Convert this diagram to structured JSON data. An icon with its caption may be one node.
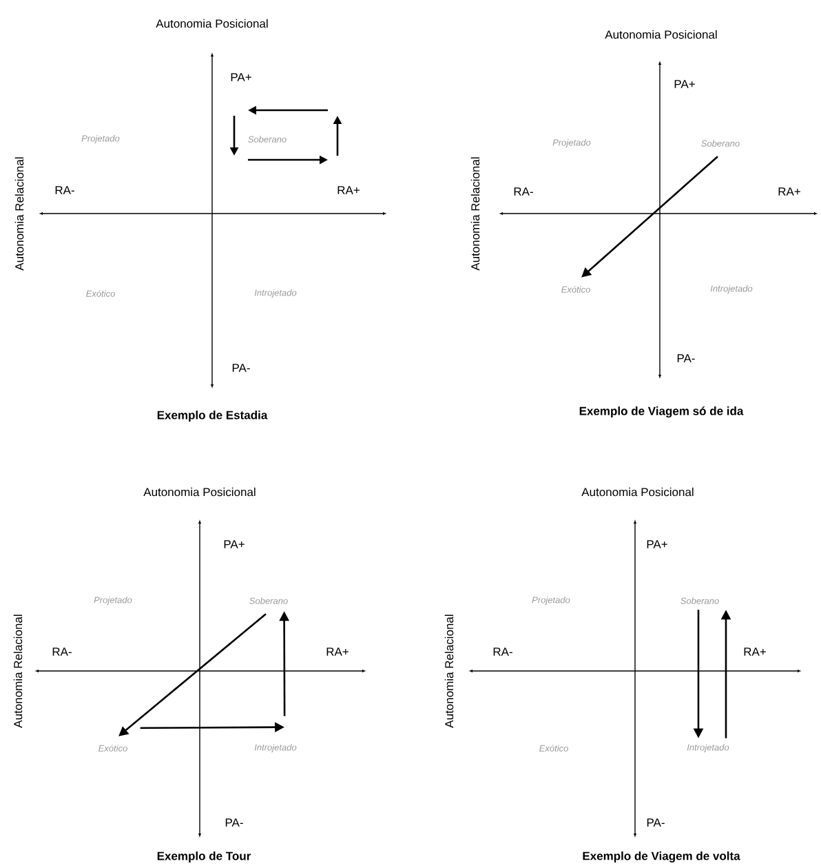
{
  "diagram": {
    "nodes": [
      {
        "text": [
          "Soberano"
        ]
      },
      {
        "text": [
          "Exótico"
        ]
      },
      {
        "text": [
          "Soberano"
        ]
      },
      {
        "text": [
          "Exótico"
        ]
      },
      {
        "text": [
          "Introjetado"
        ]
      },
      {
        "text": [
          "Soberano"
        ]
      },
      {
        "text": [
          "Introjetado"
        ]
      }
    ],
    "edges": [
      {
        "from": 0,
        "to": 1,
        "arrow": "to"
      },
      {
        "from": 2,
        "to": 3,
        "arrow": "to"
      },
      {
        "from": 3,
        "to": 4,
        "arrow": "to"
      },
      {
        "from": 4,
        "to": 2,
        "arrow": "to"
      },
      {
        "from": 5,
        "to": 6,
        "arrow": "to"
      },
      {
        "from": 6,
        "to": 5,
        "arrow": "to"
      }
    ],
    "labels": [
      "Autonomia Posicional",
      "PA+",
      "Autonomia Relacional",
      "Projetado",
      "Soberano",
      "RA-",
      "RA+",
      "Exótico",
      "Introjetado",
      "PA-",
      "Exemplo de Estadia",
      "Autonomia Posicional",
      "PA+",
      "Autonomia Relacional",
      "Projetado",
      "RA-",
      "RA+",
      "Introjetado",
      "PA-",
      "Exemplo de Viagem só de ida",
      "Autonomia Posicional",
      "PA+",
      "Autonomia Relacional",
      "Projetado",
      "RA-",
      "RA+",
      "PA-",
      "Exemplo de Tour",
      "Autonomia Posicional",
      "PA+",
      "Autonomia Relacional",
      "Projetado",
      "RA-",
      "RA+",
      "Exótico",
      "PA-",
      "Exemplo de Viagem de volta"
    ]
  }
}
